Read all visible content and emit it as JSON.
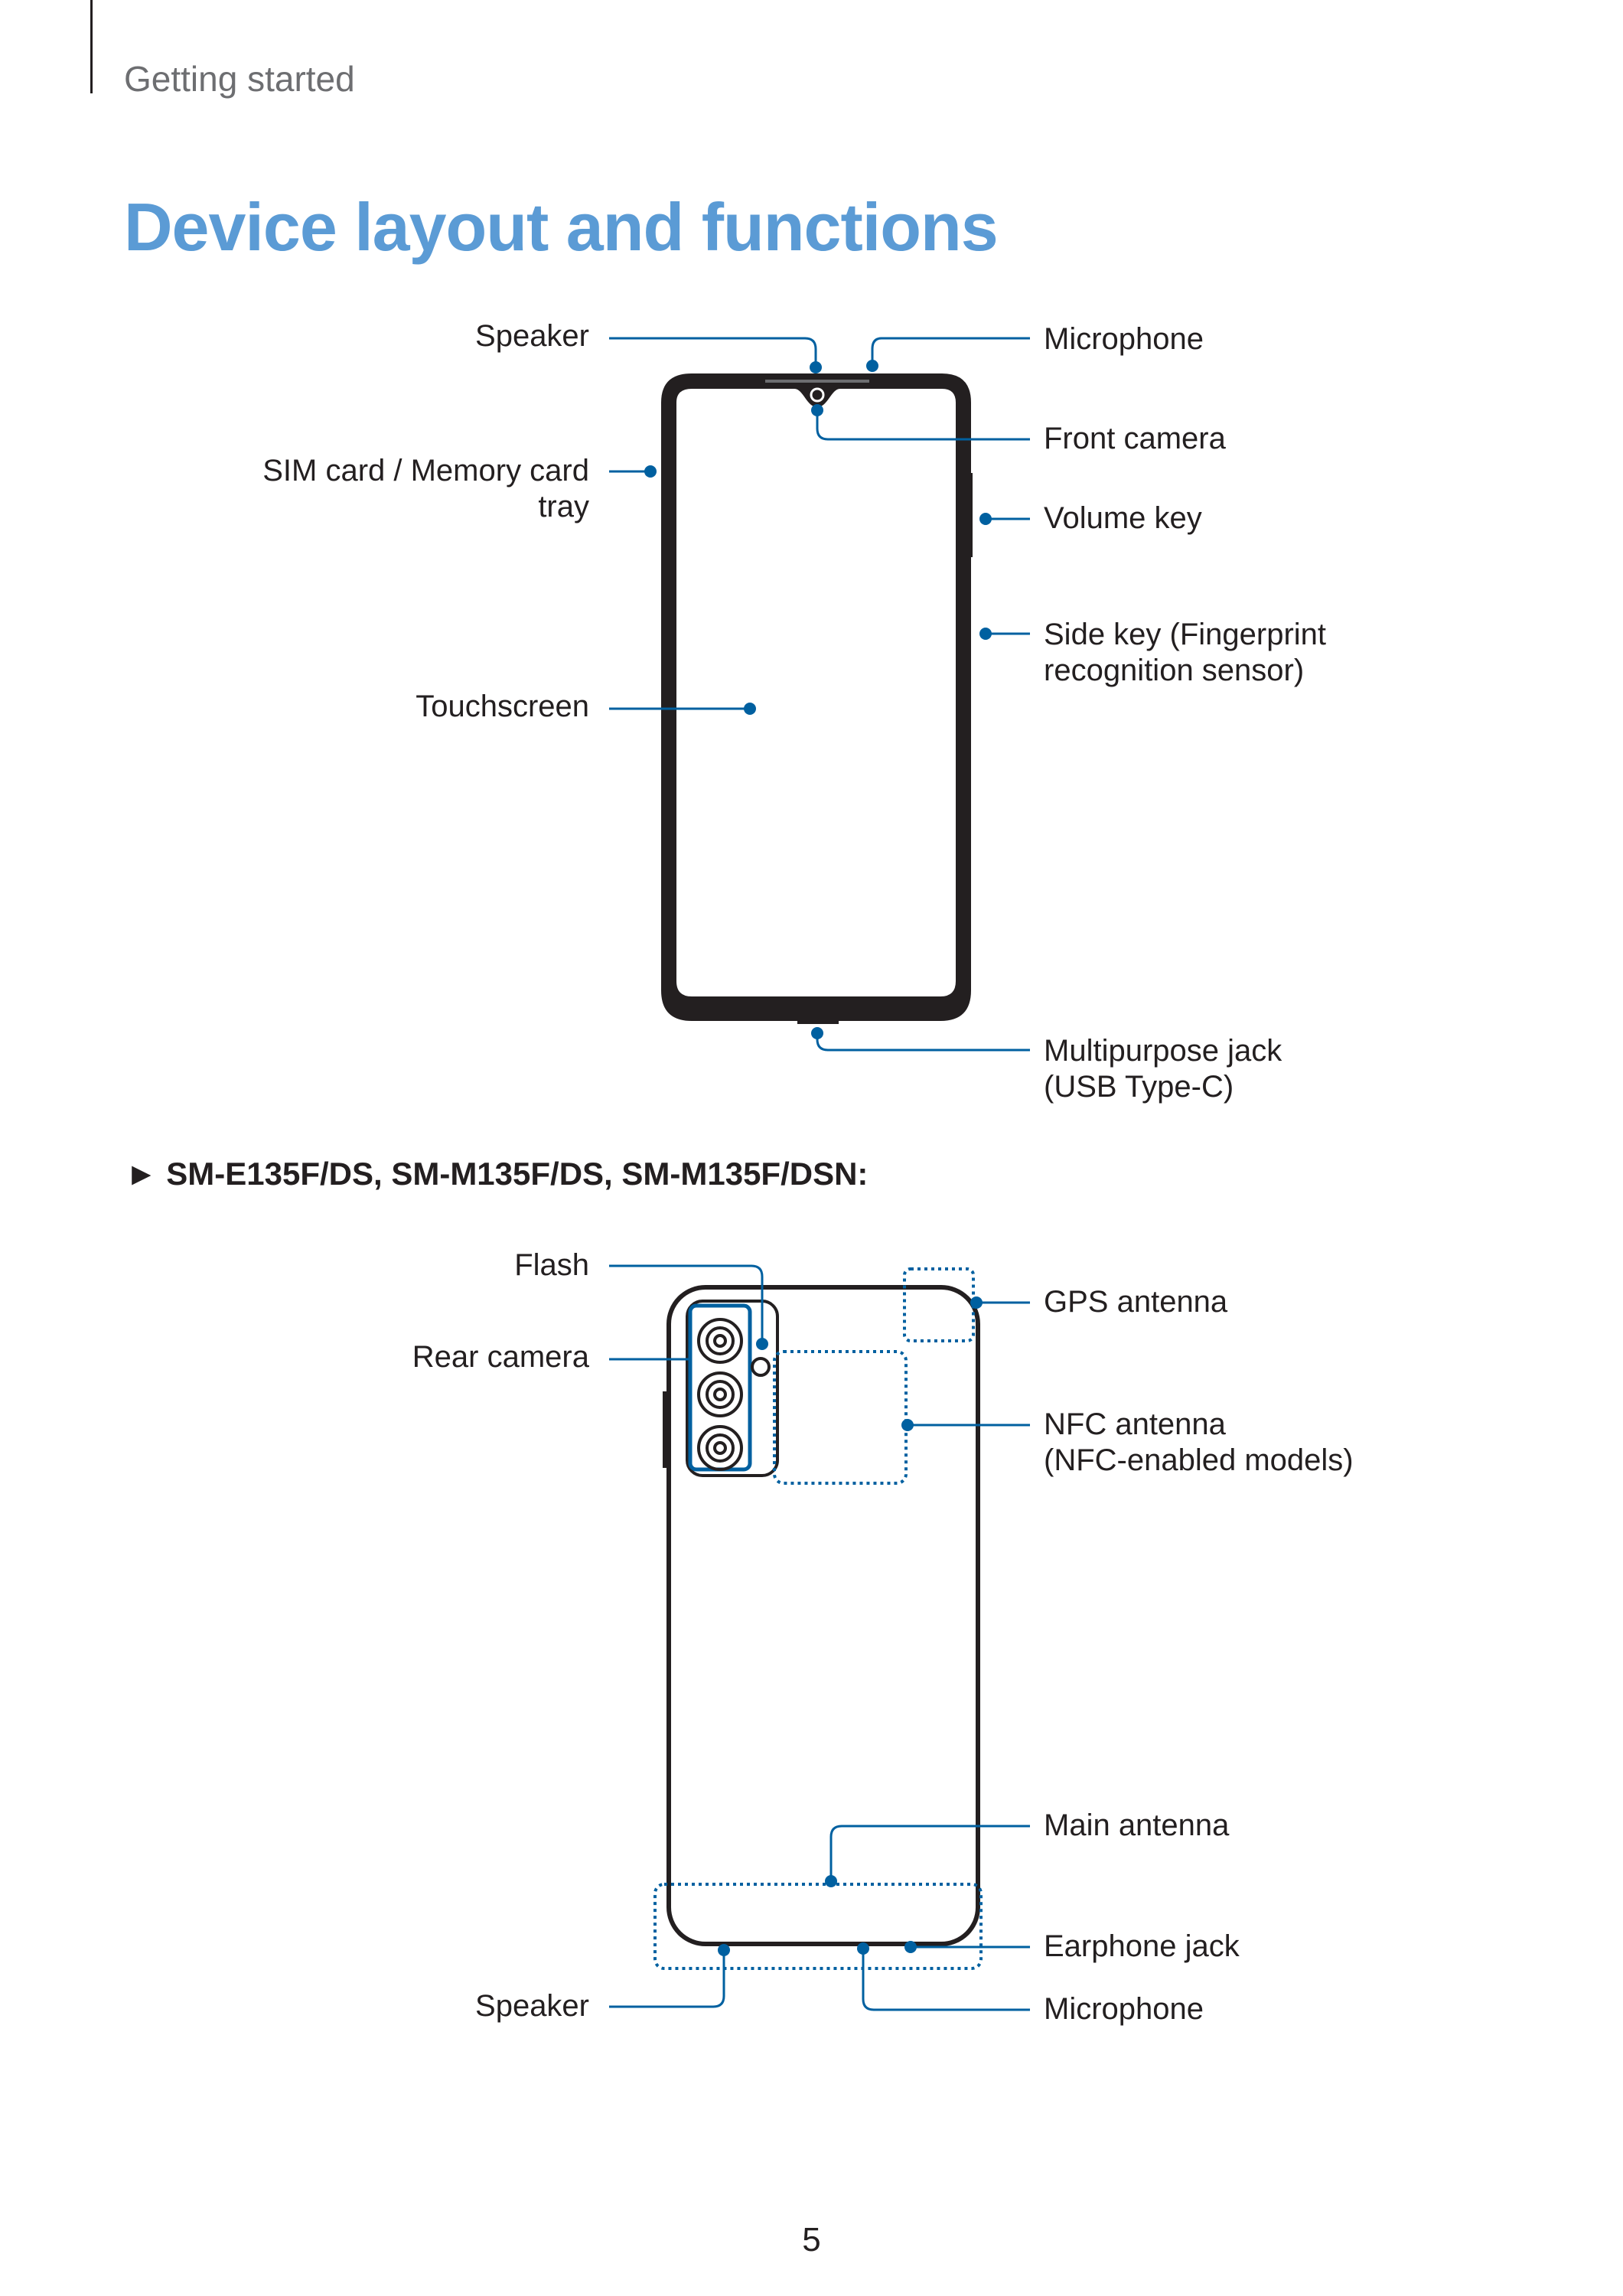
{
  "header": {
    "section": "Getting started"
  },
  "title": "Device layout and functions",
  "front": {
    "labels": {
      "speaker": "Speaker",
      "sim_line1": "SIM card / Memory card",
      "sim_line2": "tray",
      "touchscreen": "Touchscreen",
      "microphone": "Microphone",
      "front_camera": "Front camera",
      "volume_key": "Volume key",
      "side_key_line1": "Side key (Fingerprint",
      "side_key_line2": "recognition sensor)",
      "multipurpose_line1": "Multipurpose jack",
      "multipurpose_line2": "(USB Type-C)"
    }
  },
  "models": {
    "arrow": "►",
    "text": "SM-E135F/DS, SM-M135F/DS, SM-M135F/DSN:"
  },
  "back": {
    "labels": {
      "flash": "Flash",
      "rear_camera": "Rear camera",
      "speaker": "Speaker",
      "gps_antenna": "GPS antenna",
      "nfc_line1": "NFC antenna",
      "nfc_line2": "(NFC-enabled models)",
      "main_antenna": "Main antenna",
      "earphone_jack": "Earphone jack",
      "microphone": "Microphone"
    }
  },
  "colors": {
    "title": "#5b9bd5",
    "callout": "#0060a0",
    "device": "#231f20"
  },
  "page_number": "5"
}
